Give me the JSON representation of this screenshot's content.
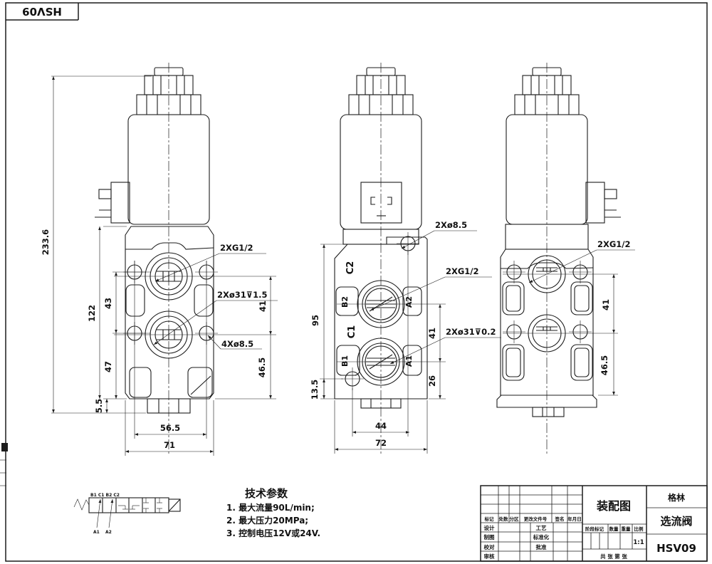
{
  "sheet": {
    "corner_code": "HSV09"
  },
  "views": {
    "left": {
      "dims": {
        "total_height": "233.6",
        "body_height": "122",
        "hole_pitch": "43",
        "lower_section": "47",
        "base_step": "5.5",
        "hole_span": "56.5",
        "overall_width": "71",
        "port_pitch": "41",
        "port_to_base": "46.5"
      },
      "callouts": {
        "thread": "2XG1/2",
        "counterbore": "2Xø31⊽1.5",
        "mount_holes": "4Xø8.5"
      }
    },
    "middle": {
      "dims": {
        "body_height": "95",
        "hole_to_base": "13.5",
        "port_pitch": "41",
        "port_to_base": "26",
        "hole_span": "44",
        "overall_width": "72"
      },
      "callouts": {
        "pilot_holes": "2Xø8.5",
        "thread": "2XG1/2",
        "counterbore": "2Xø31⊽0.2"
      },
      "ports": {
        "c2": "C2",
        "b2": "B2",
        "a2": "A2",
        "c1": "C1",
        "b1": "B1",
        "a1": "A1"
      }
    },
    "right": {
      "dims": {
        "port_pitch": "41",
        "port_to_base": "46.5"
      },
      "callouts": {
        "thread": "2XG1/2"
      }
    }
  },
  "tech_params": {
    "title": "技术参数",
    "line1": "1. 最大流量90L/min;",
    "line2": "2. 最大压力20MPa;",
    "line3": "3. 控制电压12V或24V."
  },
  "schematic": {
    "top_labels": "B1 C1 B2 C2",
    "bottom_label_1": "A1",
    "bottom_label_2": "A2"
  },
  "title_block": {
    "drawing_title": "装配图",
    "company": "格林",
    "product_name": "选流阀",
    "drawing_no": "HSV09",
    "scale_value": "1:1",
    "sheet_text": "共  张  第  张",
    "change_header": {
      "mark": "标记",
      "count": "处数",
      "zone": "分区",
      "doc_no": "更改文件号",
      "sign": "签名",
      "date": "年月日"
    },
    "roles": {
      "design": "设计",
      "draft": "制图",
      "check": "校对",
      "review": "审核",
      "process": "工艺",
      "standard": "标准化",
      "approve": "批准"
    },
    "stage_header": {
      "stage": "阶段标记",
      "qty": "数量",
      "weight": "重量",
      "scale": "比例"
    }
  }
}
